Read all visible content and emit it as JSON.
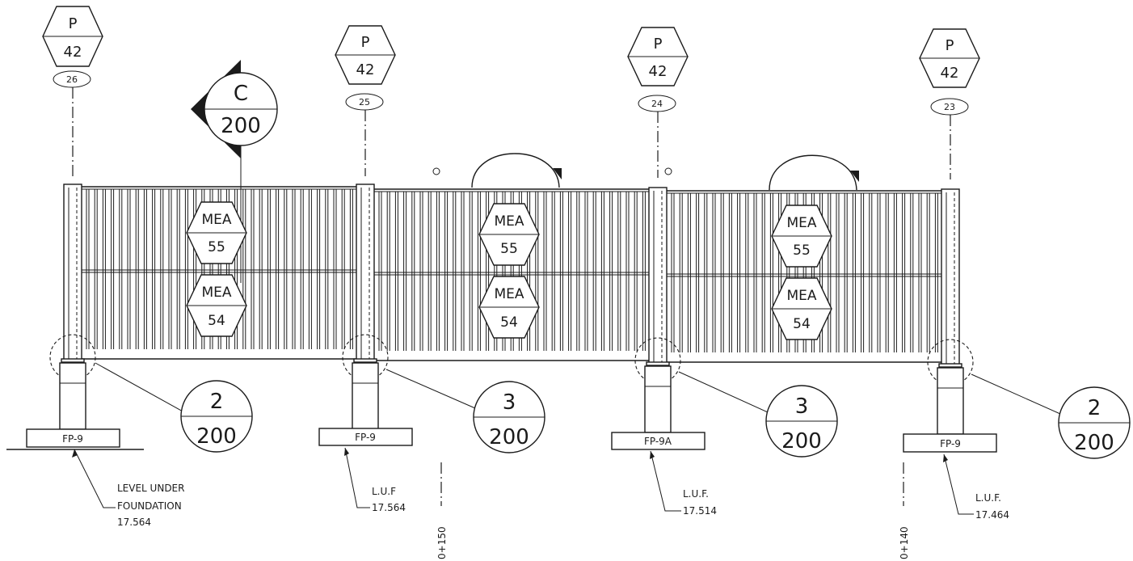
{
  "pier_tags": [
    {
      "letter": "P",
      "number": "42",
      "grid": "26"
    },
    {
      "letter": "P",
      "number": "42",
      "grid": "25"
    },
    {
      "letter": "P",
      "number": "42",
      "grid": "24"
    },
    {
      "letter": "P",
      "number": "42",
      "grid": "23"
    }
  ],
  "section_marker": {
    "letter": "C",
    "number": "200"
  },
  "mea_tags": [
    {
      "label": "MEA",
      "number": "55"
    },
    {
      "label": "MEA",
      "number": "54"
    },
    {
      "label": "MEA",
      "number": "55"
    },
    {
      "label": "MEA",
      "number": "54"
    },
    {
      "label": "MEA",
      "number": "55"
    },
    {
      "label": "MEA",
      "number": "54"
    }
  ],
  "detail_callouts": [
    {
      "top": "2",
      "bottom": "200"
    },
    {
      "top": "3",
      "bottom": "200"
    },
    {
      "top": "3",
      "bottom": "200"
    },
    {
      "top": "2",
      "bottom": "200"
    }
  ],
  "footings": [
    "FP-9",
    "FP-9",
    "FP-9A",
    "FP-9"
  ],
  "level_notes": [
    {
      "line1": "LEVEL UNDER",
      "line2": "FOUNDATION",
      "line3": "17.564"
    },
    {
      "line1": "L.U.F",
      "line2": "17.564"
    },
    {
      "line1": "L.U.F.",
      "line2": "17.514"
    },
    {
      "line1": "L.U.F.",
      "line2": "17.464"
    }
  ],
  "chainages": [
    "0+150",
    "0+140"
  ],
  "colors": {
    "ink": "#1b1b1b",
    "background": "#ffffff"
  }
}
